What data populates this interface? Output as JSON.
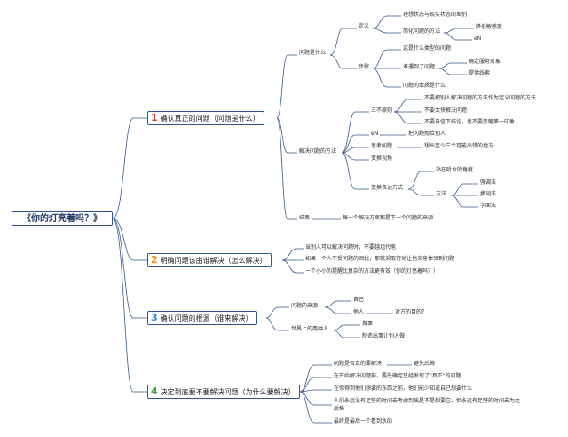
{
  "root": "《你的灯亮着吗？》",
  "branches": [
    {
      "number": "1",
      "label": "确认真正的问题（问题是什么）",
      "items": [
        {
          "label": "问题是什么",
          "children": [
            {
              "label": "定义",
              "children": [
                "理想状态与现实状态的差别",
                "简化问题的方法",
                "降低敏感度",
                "eN"
              ]
            },
            {
              "label": "步骤",
              "children": [
                "这是什么类型的问题",
                "谁遇到了问题",
                "确定服务对象",
                "提供线索",
                "问题的本质是什么"
              ]
            }
          ]
        },
        {
          "label": "解决问题的方法",
          "children": [
            {
              "label": "三不原则",
              "children": [
                "不要把别人解决问题的方法作为定义问题的方法",
                "不要太快解决问题",
                "不要自信下结论，也不要忽略第一印象"
              ]
            },
            {
              "label": "eN",
              "children": [
                "把问题抛给别人"
              ]
            },
            {
              "label": "思考问题",
              "children": [
                "想出至少三个可能出错的地方"
              ]
            },
            {
              "label": "变换视角",
              "children": []
            },
            {
              "label": "变换表达方式",
              "children": [
                "站在听众的角度",
                "方法",
                "强调法",
                "换词法",
                "字面法"
              ]
            }
          ]
        },
        {
          "label": "结果",
          "children": [
            {
              "label": "每一个解决方案都是下一个问题的来源",
              "children": []
            }
          ]
        }
      ]
    },
    {
      "number": "2",
      "label": "明确问题该由谁解决（怎么解决）",
      "items": [
        {
          "label": "当别人可以解决问题时，不要越俎代庖",
          "children": []
        },
        {
          "label": "如果一个人不受问题的困扰，那就采取行动让他来身体验到问题",
          "children": []
        },
        {
          "label": "一个小小的提醒比复杂的方法更有效（你的灯亮着吗？）",
          "children": []
        }
      ]
    },
    {
      "number": "3",
      "label": "确认问题的根源（谁来解决）",
      "items": [
        {
          "label": "问题的来源",
          "children": [
            {
              "label": "自己",
              "children": []
            },
            {
              "label": "他人",
              "children": [
                "对方的目的？"
              ]
            }
          ]
        },
        {
          "label": "世界上的两种人",
          "children": [
            {
              "label": "做事",
              "children": []
            },
            {
              "label": "制造出事让别人做",
              "children": []
            }
          ]
        }
      ]
    },
    {
      "number": "4",
      "label": "决定到底要不要解决问题（为什么要解决）",
      "items": [
        {
          "label": "问题是否真的要解决",
          "children": [
            "避免后悔"
          ]
        },
        {
          "label": "在开始解决问题前，要先确定已经发现了\"真正\"的问题",
          "children": []
        },
        {
          "label": "在你得到他们想要的东西之前，他们能少知道自己想要什么",
          "children": []
        },
        {
          "label": "人们永远没有足够的时间去考虑到底是不是想要它，但永远有足够的时间去为之",
          "children": []
        },
        {
          "label": "后悔",
          "children": []
        },
        {
          "label": "最终是最后一个看到水的",
          "children": []
        }
      ]
    }
  ],
  "colors": {
    "line": "#2f5597",
    "root_border": "#2f5597"
  }
}
